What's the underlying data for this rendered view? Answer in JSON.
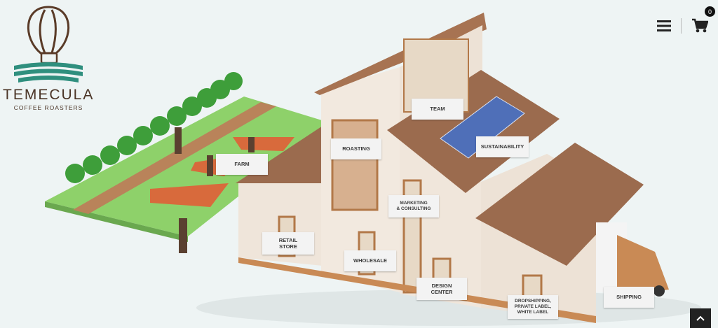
{
  "brand": {
    "title": "TEMECULA",
    "subtitle": "COFFEE ROASTERS",
    "accent": "#2f8f7e",
    "brown": "#5a3b28"
  },
  "header": {
    "menu_icon": "hamburger-icon",
    "cart_icon": "cart-icon",
    "cart_count": "0"
  },
  "hotspots": {
    "farm": "FARM",
    "roasting": "ROASTING",
    "team": "TEAM",
    "sustainability": "SUSTAINABILITY",
    "marketing": "MARKETING\n& CONSULTING",
    "retail": "RETAIL\nSTORE",
    "wholesale": "WHOLESALE",
    "design": "DESIGN\nCENTER",
    "dropshipping": "DROPSHIPPING,\nPRIVATE LABEL,\nWHITE LABEL",
    "shipping": "SHIPPING"
  },
  "footer": {
    "scroll_top_icon": "chevron-up-icon"
  }
}
